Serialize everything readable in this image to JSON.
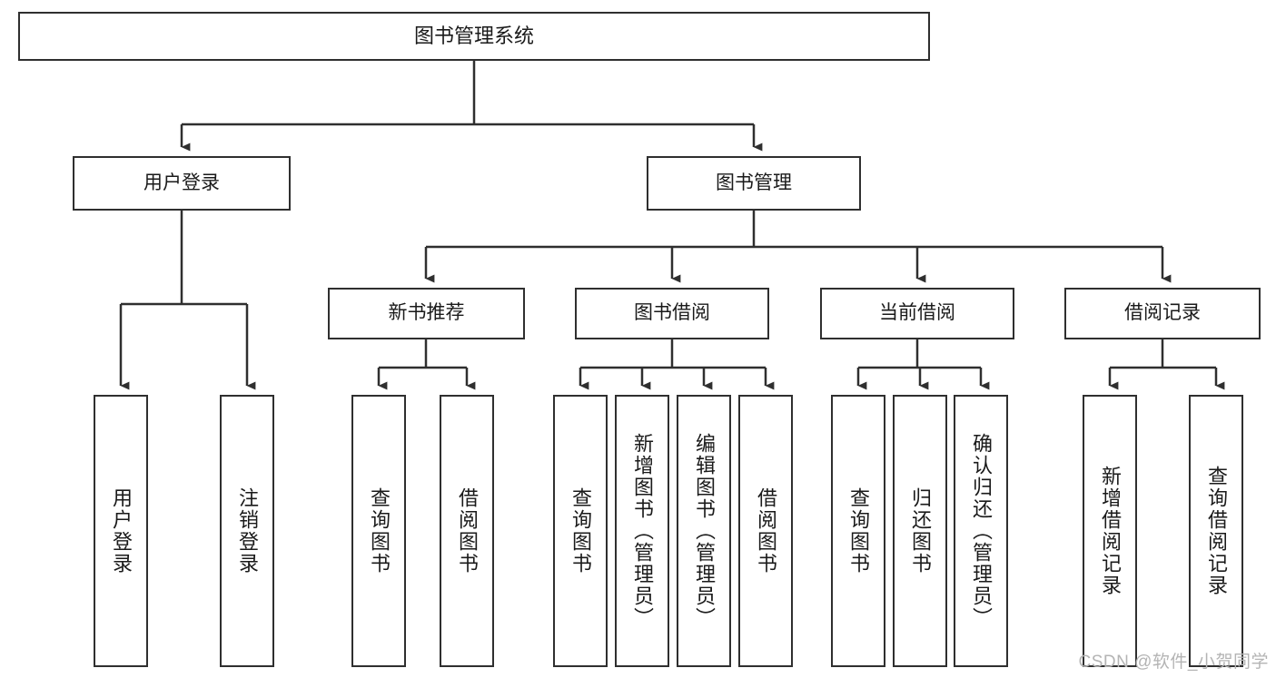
{
  "diagram": {
    "type": "tree-hierarchy-flowchart",
    "title": "图书管理系统",
    "colors": {
      "box_border": "#2f2f2f",
      "box_fill": "#ffffff",
      "connector": "#2f2f2f",
      "text": "#1a1a1a",
      "watermark": "#b4b4b4"
    },
    "levels": {
      "level1": [
        {
          "id": "root",
          "label": "图书管理系统",
          "orientation": "horizontal"
        }
      ],
      "level2": [
        {
          "id": "user-login",
          "label": "用户登录",
          "orientation": "horizontal"
        },
        {
          "id": "book-manage",
          "label": "图书管理",
          "orientation": "horizontal"
        }
      ],
      "level3": [
        {
          "id": "new-book-rec",
          "label": "新书推荐",
          "orientation": "horizontal",
          "parent": "book-manage"
        },
        {
          "id": "book-borrow",
          "label": "图书借阅",
          "orientation": "horizontal",
          "parent": "book-manage"
        },
        {
          "id": "current-borrow",
          "label": "当前借阅",
          "orientation": "horizontal",
          "parent": "book-manage"
        },
        {
          "id": "borrow-record",
          "label": "借阅记录",
          "orientation": "horizontal",
          "parent": "book-manage"
        }
      ],
      "level4": [
        {
          "id": "leaf-user-login",
          "label": "用户登录",
          "orientation": "vertical",
          "parent": "user-login"
        },
        {
          "id": "leaf-user-logout",
          "label": "注销登录",
          "orientation": "vertical",
          "parent": "user-login"
        },
        {
          "id": "leaf-query-book-1",
          "label": "查询图书",
          "orientation": "vertical",
          "parent": "new-book-rec"
        },
        {
          "id": "leaf-borrow-book-1",
          "label": "借阅图书",
          "orientation": "vertical",
          "parent": "new-book-rec"
        },
        {
          "id": "leaf-query-book-2",
          "label": "查询图书",
          "orientation": "vertical",
          "parent": "book-borrow"
        },
        {
          "id": "leaf-add-book",
          "label": "新增图书（管理员）",
          "orientation": "vertical",
          "parent": "book-borrow"
        },
        {
          "id": "leaf-edit-book",
          "label": "编辑图书（管理员）",
          "orientation": "vertical",
          "parent": "book-borrow"
        },
        {
          "id": "leaf-borrow-book-2",
          "label": "借阅图书",
          "orientation": "vertical",
          "parent": "book-borrow"
        },
        {
          "id": "leaf-query-book-3",
          "label": "查询图书",
          "orientation": "vertical",
          "parent": "current-borrow"
        },
        {
          "id": "leaf-return-book",
          "label": "归还图书",
          "orientation": "vertical",
          "parent": "current-borrow"
        },
        {
          "id": "leaf-confirm-return",
          "label": "确认归还（管理员）",
          "orientation": "vertical",
          "parent": "current-borrow"
        },
        {
          "id": "leaf-add-record",
          "label": "新增借阅记录",
          "orientation": "vertical",
          "parent": "borrow-record"
        },
        {
          "id": "leaf-query-record",
          "label": "查询借阅记录",
          "orientation": "vertical",
          "parent": "borrow-record"
        }
      ]
    }
  },
  "watermark": {
    "text": "CSDN @软件_小贺同学"
  }
}
